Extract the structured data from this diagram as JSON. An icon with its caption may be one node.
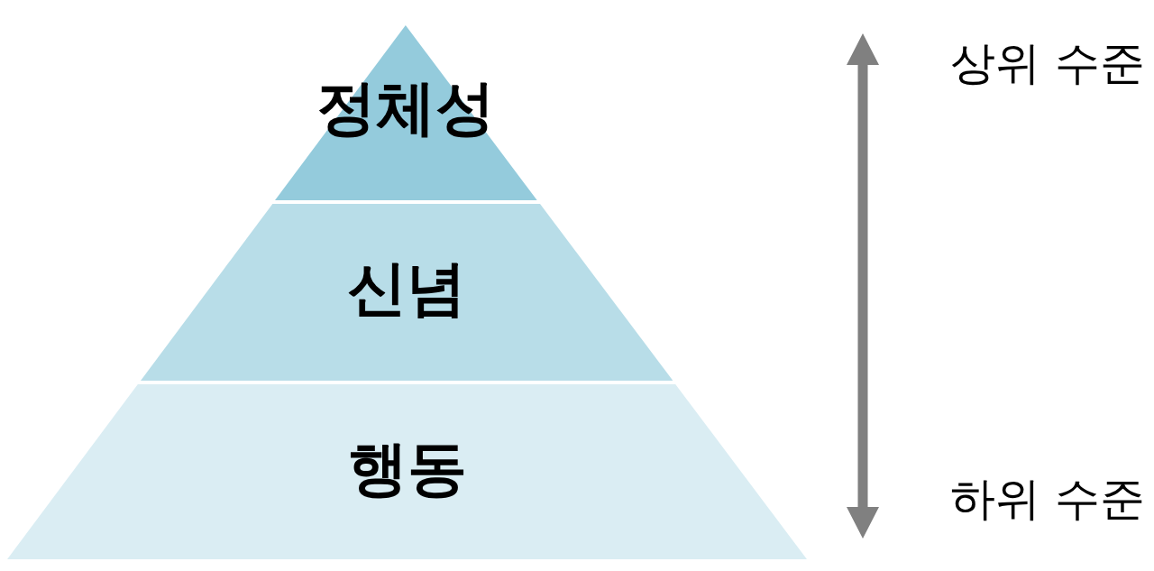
{
  "diagram": {
    "nodes": [
      {
        "text": [
          "정체성"
        ]
      },
      {
        "text": [
          "신념"
        ]
      },
      {
        "text": [
          "행동"
        ]
      }
    ],
    "labels": [
      "상위 수준",
      "하위 수준"
    ]
  }
}
